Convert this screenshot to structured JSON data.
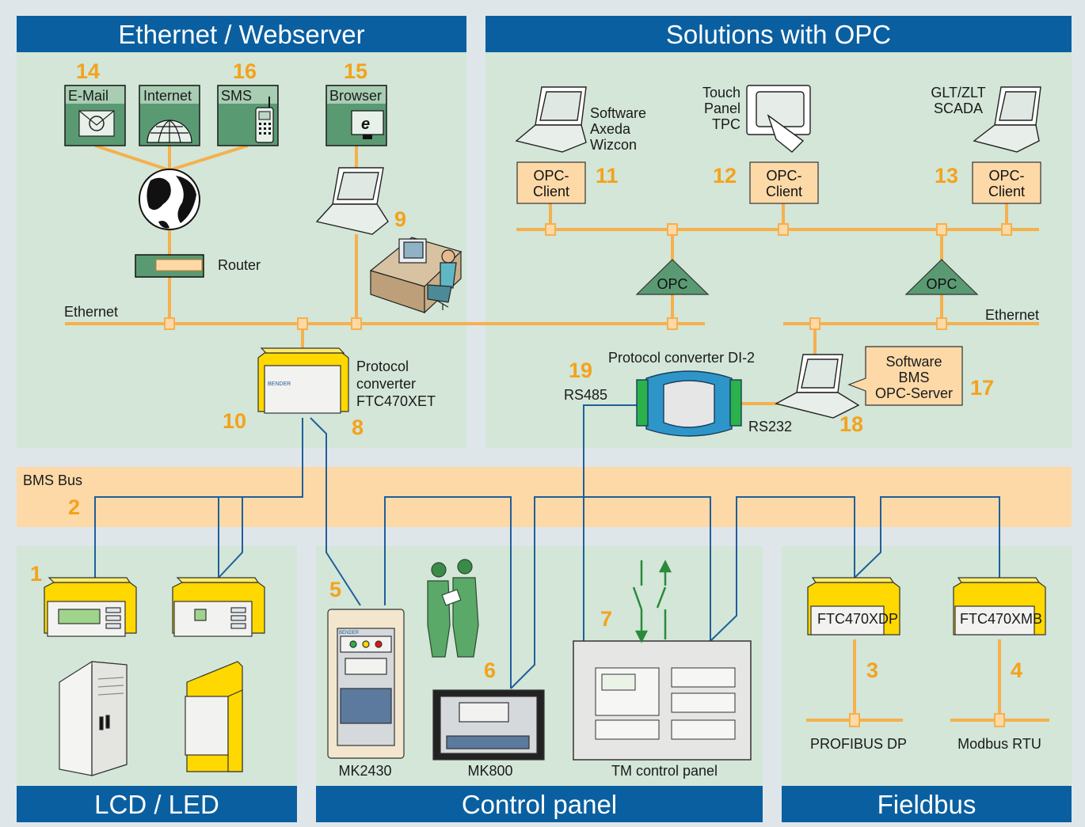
{
  "headers": {
    "ethernet_webserver": "Ethernet / Webserver",
    "solutions_opc": "Solutions with OPC",
    "lcd_led": "LCD / LED",
    "control_panel": "Control panel",
    "fieldbus": "Fieldbus"
  },
  "labels": {
    "email": "E-Mail",
    "internet": "Internet",
    "sms": "SMS",
    "browser": "Browser",
    "router": "Router",
    "ethernet_left": "Ethernet",
    "ethernet_right": "Ethernet",
    "pc_line1": "Protocol",
    "pc_line2": "converter",
    "pc_line3": "FTC470XET",
    "software_1": "Software",
    "software_2": "Axeda",
    "software_3": "Wizcon",
    "touch_1": "Touch",
    "touch_2": "Panel",
    "touch_3": "TPC",
    "glt_1": "GLT/ZLT",
    "glt_2": "SCADA",
    "opc_client_1": "OPC-",
    "opc_client_2": "Client",
    "opc": "OPC",
    "di2": "Protocol converter DI-2",
    "rs485": "RS485",
    "rs232": "RS232",
    "bms_sw_1": "Software",
    "bms_sw_2": "BMS",
    "bms_sw_3": "OPC-Server",
    "bms_bus": "BMS Bus",
    "mk2430": "MK2430",
    "mk800": "MK800",
    "tm_panel": "TM control panel",
    "ftc470xdp": "FTC470XDP",
    "ftc470xmb": "FTC470XMB",
    "profibus": "PROFIBUS DP",
    "modbus": "Modbus RTU",
    "bender": "BENDER"
  },
  "numbers": {
    "n1": "1",
    "n2": "2",
    "n3": "3",
    "n4": "4",
    "n5": "5",
    "n6": "6",
    "n7": "7",
    "n8": "8",
    "n9": "9",
    "n10": "10",
    "n11": "11",
    "n12": "12",
    "n13": "13",
    "n14": "14",
    "n15": "15",
    "n16": "16",
    "n17": "17",
    "n18": "18",
    "n19": "19"
  },
  "colors": {
    "header_blue": "#0a5fa0",
    "panel_green": "#d3e6d8",
    "bus_orange": "#fdd9a8",
    "line_orange": "#f6b04c",
    "accent_orange": "#f4a21c",
    "device_yellow": "#ffd800",
    "bus_blue": "#1f5f9a"
  }
}
